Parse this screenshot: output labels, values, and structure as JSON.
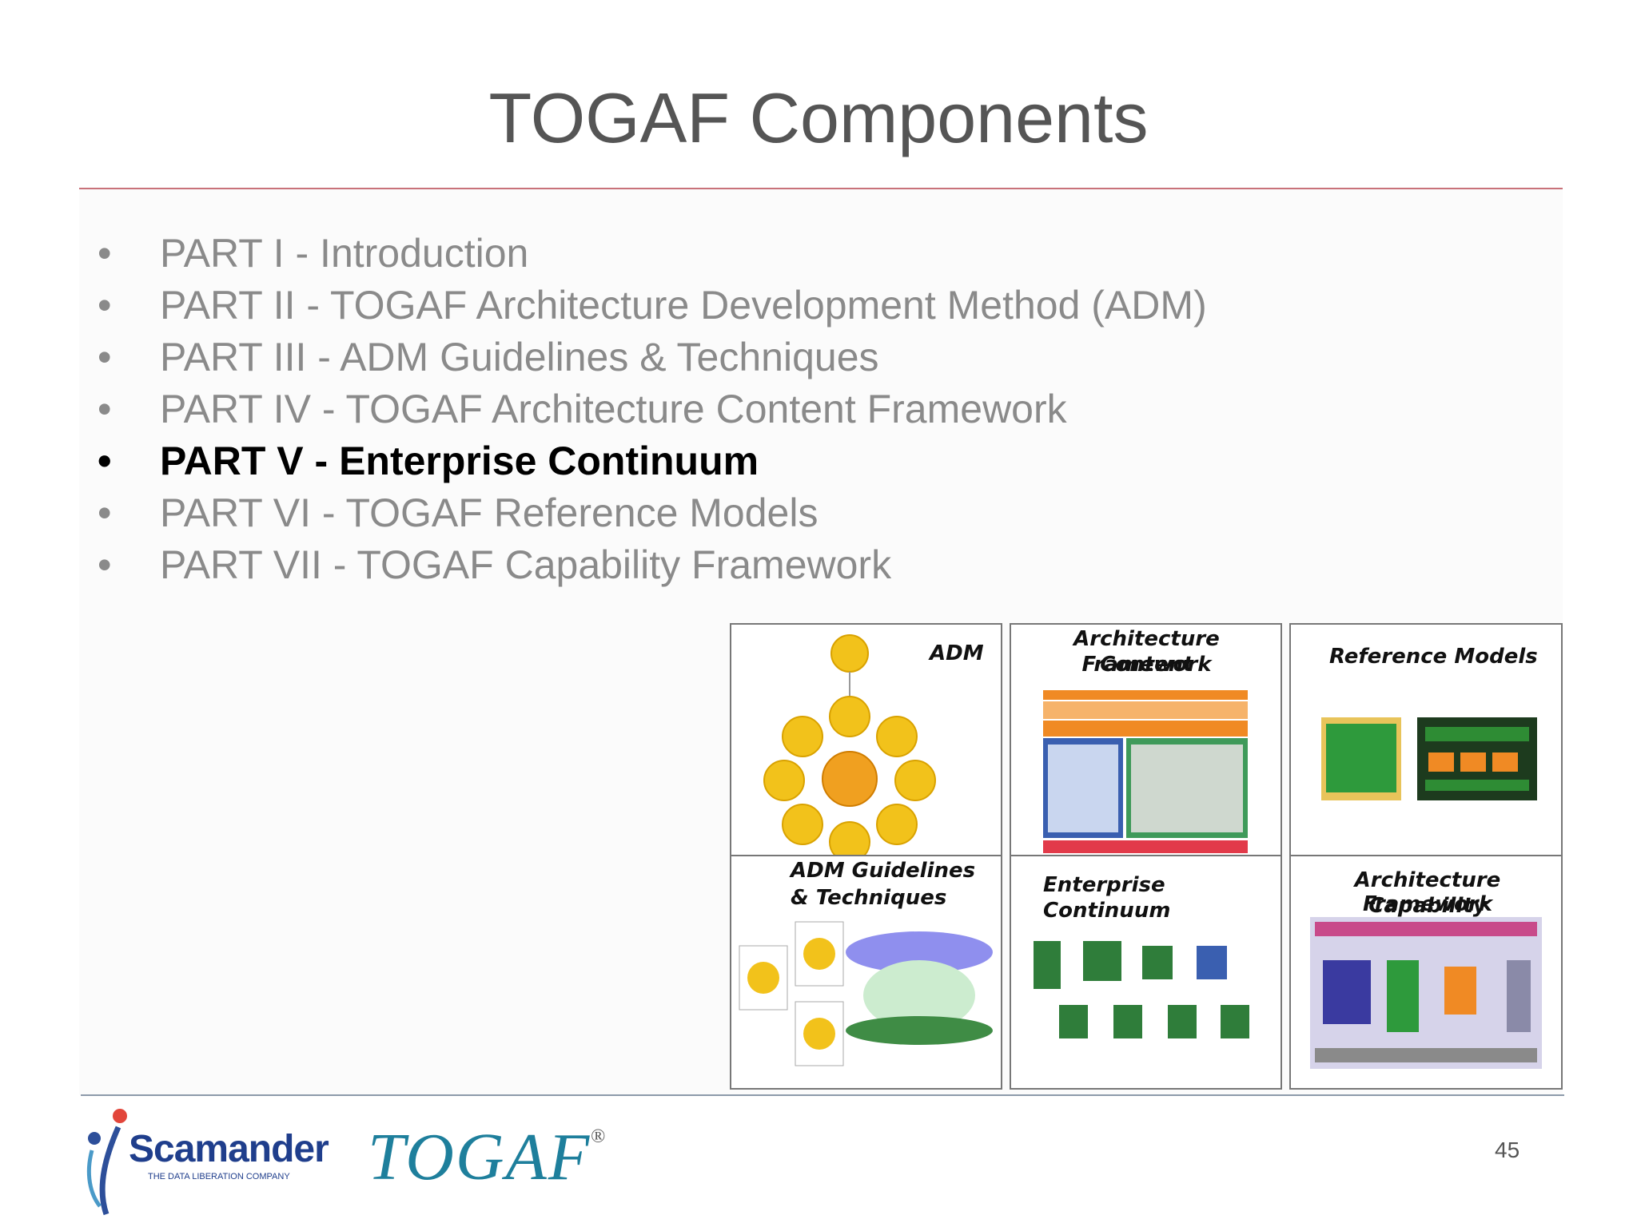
{
  "slide": {
    "title": "TOGAF Components",
    "page_number": "45"
  },
  "bullets": [
    {
      "marker": "•",
      "text": "PART I - Introduction",
      "active": false
    },
    {
      "marker": "•",
      "text": "PART II - TOGAF Architecture Development Method (ADM)",
      "active": false
    },
    {
      "marker": "•",
      "text": "PART III - ADM Guidelines & Techniques",
      "active": false
    },
    {
      "marker": "•",
      "text": "PART IV - TOGAF Architecture Content Framework",
      "active": false
    },
    {
      "marker": "•",
      "text": "PART V - Enterprise Continuum",
      "active": true
    },
    {
      "marker": "•",
      "text": "PART VI - TOGAF Reference Models",
      "active": false
    },
    {
      "marker": "•",
      "text": "PART VII - TOGAF Capability Framework",
      "active": false
    }
  ],
  "panels": {
    "adm": {
      "label": "ADM"
    },
    "content_framework": {
      "line1": "Architecture Content",
      "line2": "Framework"
    },
    "reference_models": {
      "label": "Reference Models"
    },
    "guidelines": {
      "line1": "ADM  Guidelines",
      "line2": "& Techniques"
    },
    "continuum": {
      "label": "Enterprise Continuum"
    },
    "capability": {
      "line1": "Architecture Capability",
      "line2": "Framework"
    }
  },
  "logos": {
    "scamander_name": "Scamander",
    "scamander_tagline": "THE DATA LIBERATION COMPANY",
    "togaf": "TOGAF",
    "togaf_mark": "®"
  },
  "colors": {
    "title_rule": "#c9727a",
    "adm_circle": "#f2c21b",
    "continuum_green": "#2f7d3a",
    "content_orange": "#f08a24",
    "togaf_blue": "#1e7f9c"
  }
}
